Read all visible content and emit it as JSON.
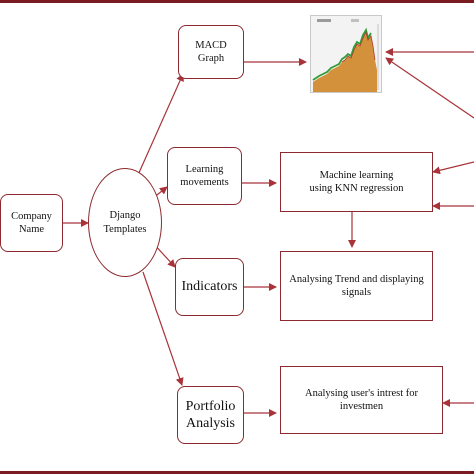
{
  "nodes": {
    "company_name": "Company\nName",
    "django_templates": "Django\nTemplates",
    "macd_graph": "MACD\nGraph",
    "learning_movements": "Learning\nmovements",
    "indicators": "Indicators",
    "portfolio_analysis": "Portfolio\nAnalysis",
    "machine_learning": "Machine learning\nusing KNN regression",
    "analysing_trend": "Analysing Trend and displaying\nsignals",
    "analysing_users": "Analysing user's intrest for\ninvestmen"
  },
  "colors": {
    "border": "#8e2a2f",
    "arrow": "#a8343a",
    "frame": "#7b1c22",
    "chart_area": "#d4913c",
    "chart_green": "#2f9e3a"
  },
  "thumbnail": {
    "icon": "stock-price-chart-thumbnail"
  }
}
